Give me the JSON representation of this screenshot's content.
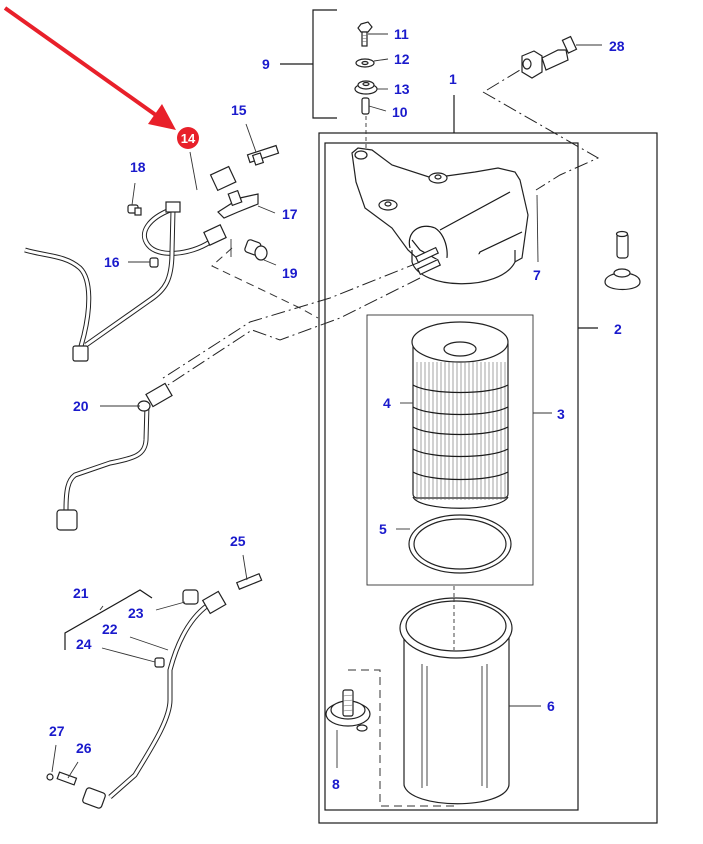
{
  "diagram": {
    "title": "Fuel filter assembly exploded parts view",
    "colors": {
      "callout_text": "#1a1acc",
      "highlight_badge": "#e8202a",
      "highlight_arrow": "#e8202a",
      "line_art": "#1a1a1a"
    },
    "highlighted_part": "14",
    "callouts": {
      "p1": "1",
      "p2": "2",
      "p3": "3",
      "p4": "4",
      "p5": "5",
      "p6": "6",
      "p7": "7",
      "p8": "8",
      "p9": "9",
      "p10": "10",
      "p11": "11",
      "p12": "12",
      "p13": "13",
      "p14": "14",
      "p15": "15",
      "p16": "16",
      "p17": "17",
      "p18": "18",
      "p19": "19",
      "p20": "20",
      "p21": "21",
      "p22": "22",
      "p23": "23",
      "p24": "24",
      "p25": "25",
      "p26": "26",
      "p27": "27",
      "p28": "28"
    }
  }
}
